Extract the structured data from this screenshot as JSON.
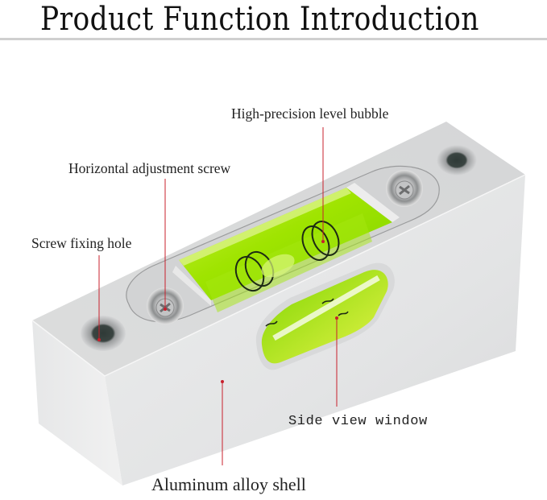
{
  "title": "Product Function Introduction",
  "colors": {
    "callout_line": "#c8202c",
    "bubble_green": "#9be000",
    "aluminum": "#e4e5e6"
  },
  "callouts": [
    {
      "id": "level-bubble",
      "label": "High-precision level bubble"
    },
    {
      "id": "adjustment-screw",
      "label": "Horizontal adjustment screw"
    },
    {
      "id": "fixing-hole",
      "label": "Screw fixing hole"
    },
    {
      "id": "side-window",
      "label": "Side view window"
    },
    {
      "id": "alloy-shell",
      "label": "Aluminum alloy shell"
    }
  ],
  "product": {
    "icon": "spirit-level-icon",
    "parts": [
      "aluminum-block",
      "top-vial",
      "side-vial",
      "adjustment-screws",
      "fixing-holes"
    ]
  }
}
